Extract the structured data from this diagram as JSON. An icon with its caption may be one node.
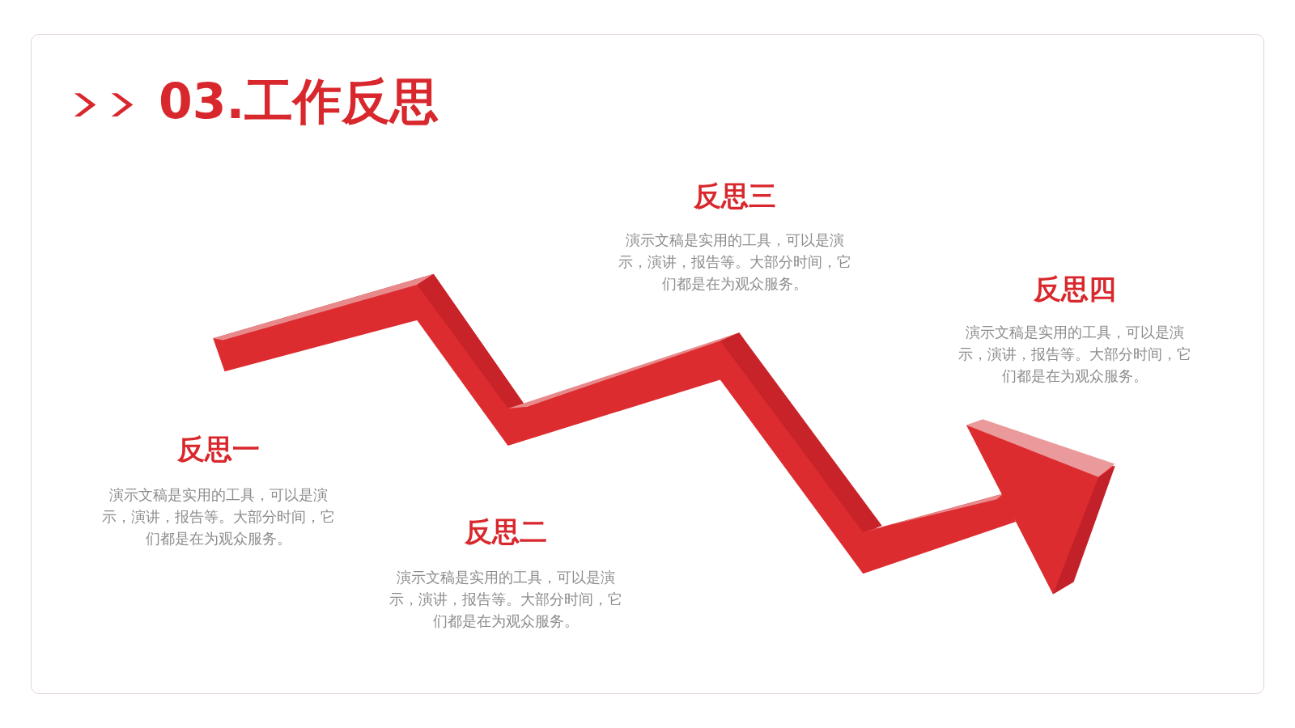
{
  "diagram": {
    "title": "03.工作反思",
    "labels": [
      "反思一",
      "演示文稿是实用的工具，可以是演示，演讲，报告等。大部分时间，它们都是在为观众服务。",
      "反思二",
      "演示文稿是实用的工具，可以是演示，演讲，报告等。大部分时间，它们都是在为观众服务。",
      "反思三",
      "演示文稿是实用的工具，可以是演示，演讲，报告等。大部分时间，它们都是在为观众服务。",
      "反思四",
      "演示文稿是实用的工具，可以是演示，演讲，报告等。大部分时间，它们都是在为观众服务。"
    ]
  }
}
